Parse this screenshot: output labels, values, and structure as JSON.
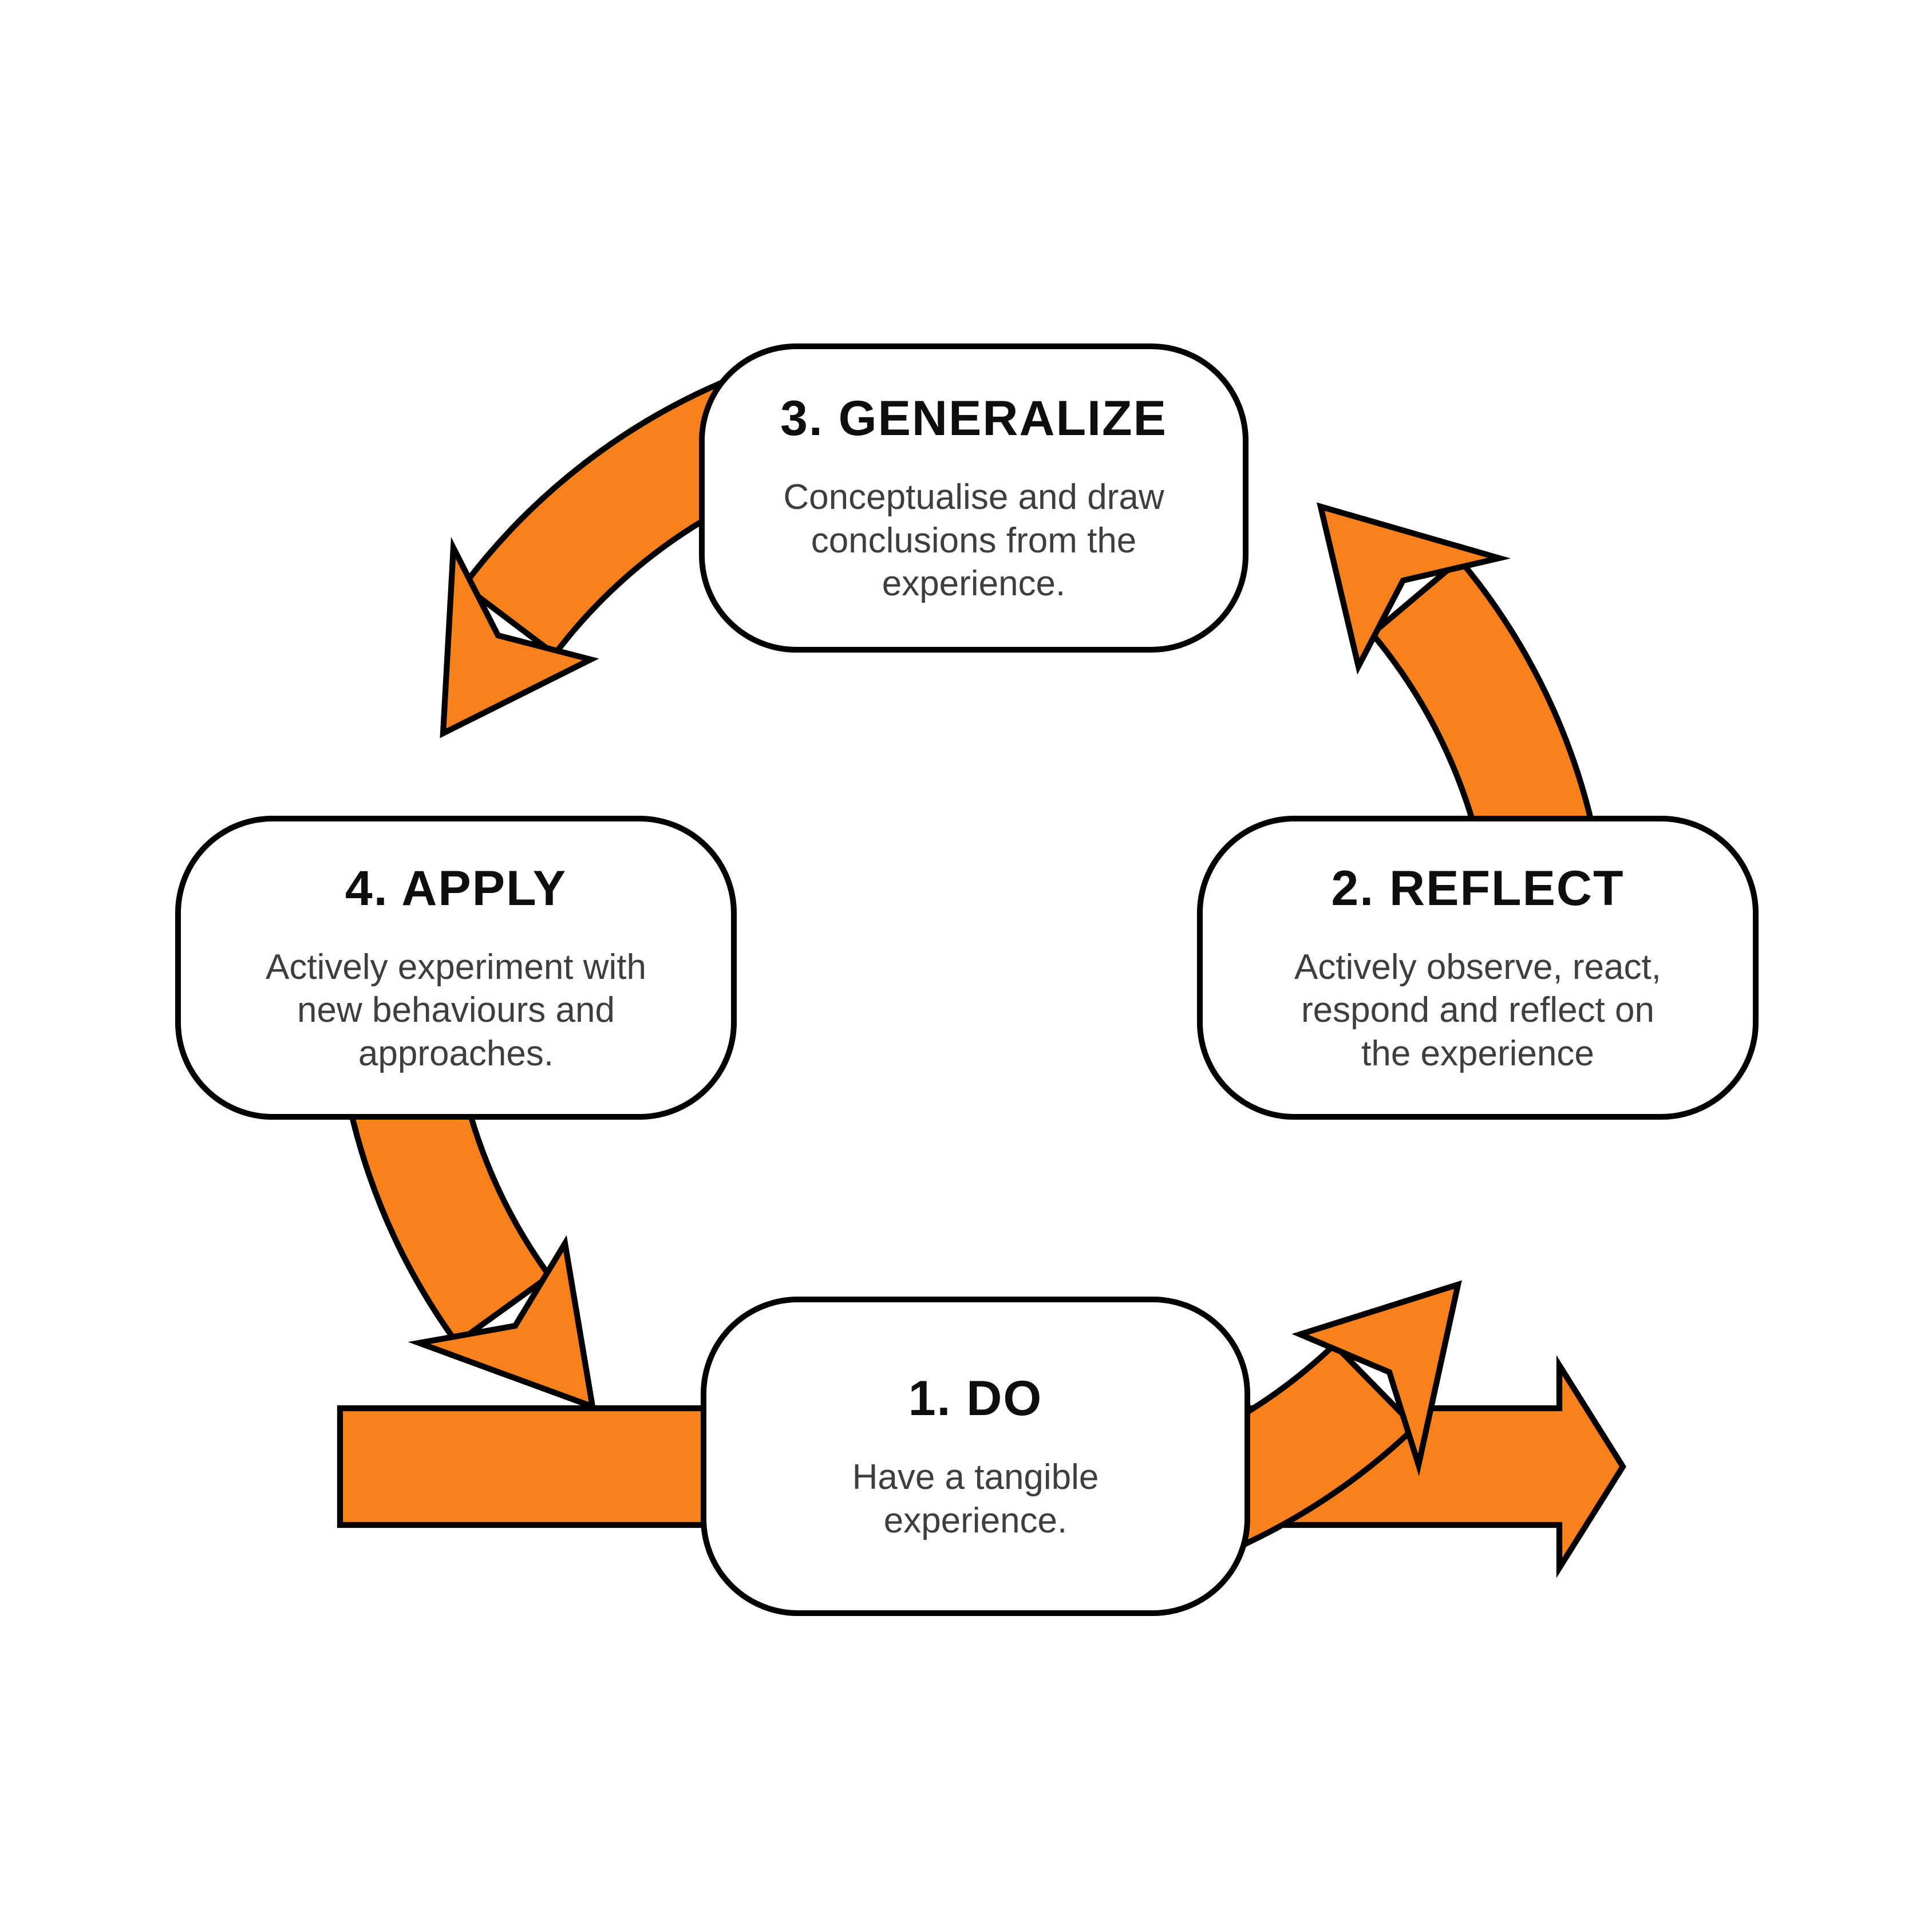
{
  "diagram": {
    "name": "experiential-learning-cycle",
    "colors": {
      "arrow_fill": "#F8811C",
      "outline": "#000000",
      "box_fill": "#FFFFFF",
      "title_color": "#0E0E0E",
      "body_color": "#3E3E3E"
    },
    "steps": [
      {
        "id": "do",
        "label": "1. DO",
        "description": "Have a tangible experience.",
        "description_lines": [
          "Have a tangible",
          "experience."
        ]
      },
      {
        "id": "reflect",
        "label": "2. REFLECT",
        "description": "Actively observe, react, respond and reflect on the experience",
        "description_lines": [
          "Actively observe, react,",
          "respond and reflect on",
          "the experience"
        ]
      },
      {
        "id": "generalize",
        "label": "3. GENERALIZE",
        "description": "Conceptualise and draw conclusions from the experience.",
        "description_lines": [
          "Conceptualise and draw",
          "conclusions from the",
          "experience."
        ]
      },
      {
        "id": "apply",
        "label": "4. APPLY",
        "description": "Actively experiment with new behaviours and approaches.",
        "description_lines": [
          "Actively experiment with",
          "new behaviours and",
          "approaches."
        ]
      }
    ]
  }
}
